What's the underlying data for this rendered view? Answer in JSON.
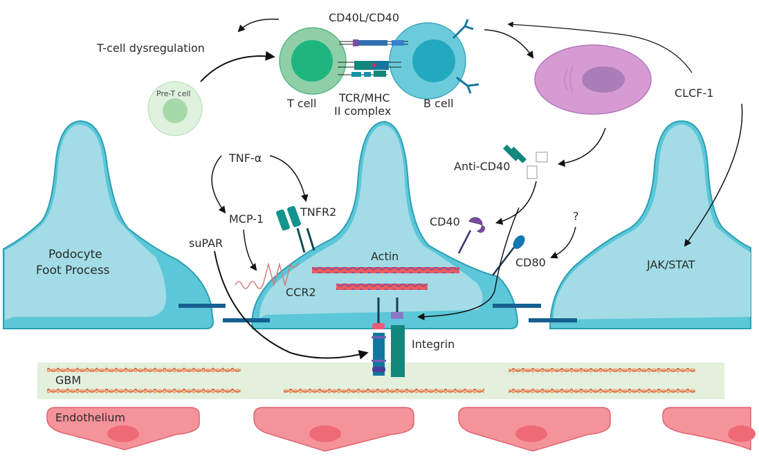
{
  "diagram": {
    "type": "biological-pathway",
    "labels": {
      "cd40l_cd40": "CD40L/CD40",
      "t_cell_dysregulation": "T-cell dysregulation",
      "pre_t_cell": "Pre-T cell",
      "t_cell": "T cell",
      "tcr_mhc_line1": "TCR/MHC",
      "tcr_mhc_line2": "II complex",
      "b_cell": "B cell",
      "clcf1": "CLCF-1",
      "tnf_alpha": "TNF-α",
      "tnfr2": "TNFR2",
      "mcp1": "MCP-1",
      "supar": "suPAR",
      "podocyte_line1": "Podocyte",
      "podocyte_line2": "Foot Process",
      "ccr2": "CCR2",
      "actin": "Actin",
      "anti_cd40": "Anti-CD40",
      "cd40": "CD40",
      "question": "?",
      "cd80": "CD80",
      "jak_stat": "JAK/STAT",
      "integrin": "Integrin",
      "gbm": "GBM",
      "endothelium": "Endothelium"
    },
    "colors": {
      "podocyte_fill": "#a3dce6",
      "podocyte_edge": "#5bc6d6",
      "podocyte_stroke": "#2a9fb3",
      "t_cell_outer": "#8fcfa8",
      "t_cell_nucleus": "#1fb57e",
      "b_cell_outer": "#6ccbdb",
      "b_cell_nucleus": "#23a9bf",
      "pre_t_outer": "#dff2de",
      "pre_t_nucleus": "#a6d9aa",
      "plasma_cell": "#d79bd3",
      "plasma_nucleus": "#ab7db8",
      "gbm_band": "#e2f0dc",
      "endothelium_fill": "#f4939a",
      "endothelium_nucleus": "#ee6b76",
      "actin": "#f05a5a",
      "integrin_teal": "#13877c",
      "integrin_blue": "#11779e",
      "cd40_purple": "#7b4da0",
      "cd80_blue": "#1278b5",
      "junction": "#155f91",
      "tnfr2": "#13948e",
      "arrow": "#111111"
    }
  }
}
